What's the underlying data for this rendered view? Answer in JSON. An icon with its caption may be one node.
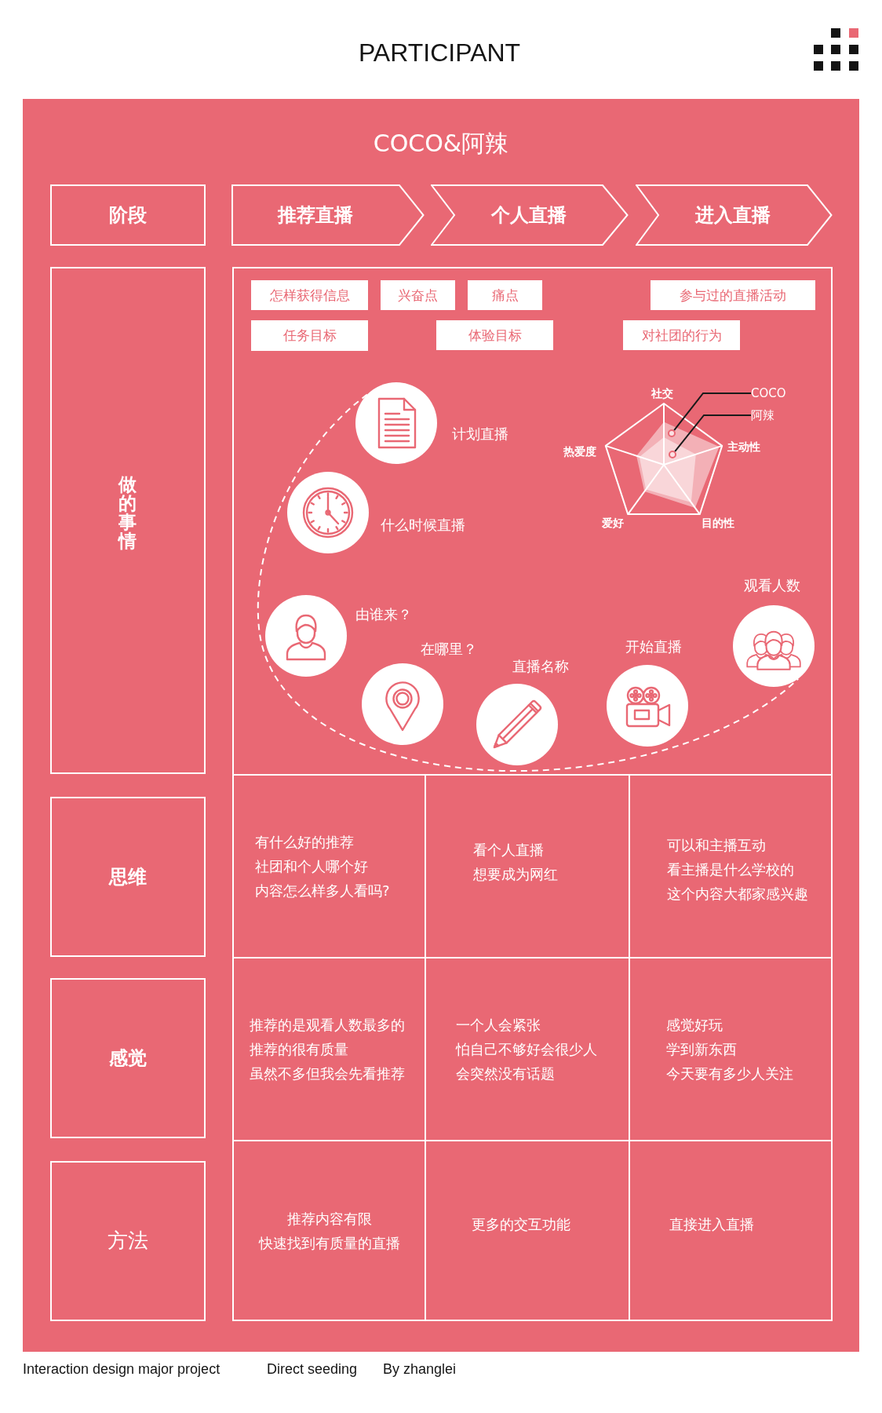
{
  "diagram": {
    "title": "PARTICIPANT",
    "nodes": [
      {
        "text": [
          "COCO&阿辣"
        ]
      },
      {
        "text": [
          "阶段"
        ],
        "in": 0
      },
      {
        "text": [
          "推荐直播"
        ],
        "in": 0
      },
      {
        "text": [
          "个人直播"
        ],
        "in": 0
      },
      {
        "text": [
          "进入直播"
        ],
        "in": 0
      },
      {
        "text": [
          "做的事情"
        ],
        "in": 0
      },
      {
        "text": [],
        "shape": "box",
        "in": 0
      },
      {
        "text": [
          "怎样获得信息"
        ],
        "in": 6
      },
      {
        "text": [
          "兴奋点"
        ],
        "in": 6
      },
      {
        "text": [
          "痛点"
        ],
        "in": 6
      },
      {
        "text": [
          "参与过的直播活动"
        ],
        "in": 6
      },
      {
        "text": [
          "任务目标"
        ],
        "in": 6
      },
      {
        "text": [
          "体验目标"
        ],
        "in": 6
      },
      {
        "text": [
          "对社团的行为"
        ],
        "in": 6
      },
      {
        "text": [],
        "shape": "circle",
        "beside": [
          "计划直播"
        ],
        "in": 6
      },
      {
        "text": [],
        "shape": "circle",
        "beside": [
          "什么时候直播"
        ],
        "in": 6
      },
      {
        "text": [],
        "shape": "circle",
        "beside": [
          "由谁来？"
        ],
        "in": 6
      },
      {
        "text": [],
        "shape": "circle",
        "beside": [
          "在哪里？"
        ],
        "in": 6
      },
      {
        "text": [],
        "shape": "circle",
        "beside": [
          "直播名称"
        ],
        "in": 6
      },
      {
        "text": [],
        "shape": "circle",
        "beside": [
          "开始直播"
        ],
        "in": 6
      },
      {
        "text": [],
        "shape": "circle",
        "beside": [
          "观看人数"
        ],
        "in": 6
      },
      {
        "text": [
          "COCO"
        ],
        "in": 6
      },
      {
        "text": [
          "阿辣"
        ],
        "in": 6
      },
      {
        "text": [],
        "shape": "circle",
        "in": 6
      },
      {
        "text": [],
        "shape": "circle",
        "in": 6
      },
      {
        "text": [
          "思维"
        ],
        "in": 0
      },
      {
        "text": [
          "有什么好的推荐",
          "社团和个人哪个好",
          "内容怎么样多人看吗?"
        ],
        "in": 0
      },
      {
        "text": [
          "看个人直播",
          "想要成为网红"
        ],
        "in": 0
      },
      {
        "text": [
          "可以和主播互动",
          "看主播是什么学校的",
          "这个内容大都家感兴趣"
        ],
        "in": 0
      },
      {
        "text": [
          "感觉"
        ],
        "in": 0
      },
      {
        "text": [
          "推荐的是观看人数最多的",
          "推荐的很有质量",
          "虽然不多但我会先看推荐"
        ],
        "in": 0
      },
      {
        "text": [
          "一个人会紧张",
          "怕自己不够好会很少人",
          "会突然没有话题"
        ],
        "in": 0
      },
      {
        "text": [
          "感觉好玩",
          "学到新东西",
          "今天要有多少人关注"
        ],
        "in": 0
      },
      {
        "text": [
          "方法"
        ],
        "in": 0
      },
      {
        "text": [
          "推荐内容有限",
          "快速找到有质量的直播"
        ],
        "in": 0
      },
      {
        "text": [
          "更多的交互功能"
        ],
        "in": 0
      },
      {
        "text": [
          "直接进入直播"
        ],
        "in": 0
      }
    ],
    "edges": [
      {
        "from": 21,
        "to": 23,
        "arrow": "none"
      },
      {
        "from": 22,
        "to": 24,
        "arrow": "none"
      },
      {
        "from": 14,
        "to": 20,
        "arrow": "none",
        "style": "dashed",
        "color": "#ffffff"
      }
    ],
    "labels": [
      "社交",
      "热爱度",
      "主动性",
      "爱好",
      "目的性",
      "Interaction design major project",
      "Direct seeding",
      "By zhanglei"
    ]
  }
}
